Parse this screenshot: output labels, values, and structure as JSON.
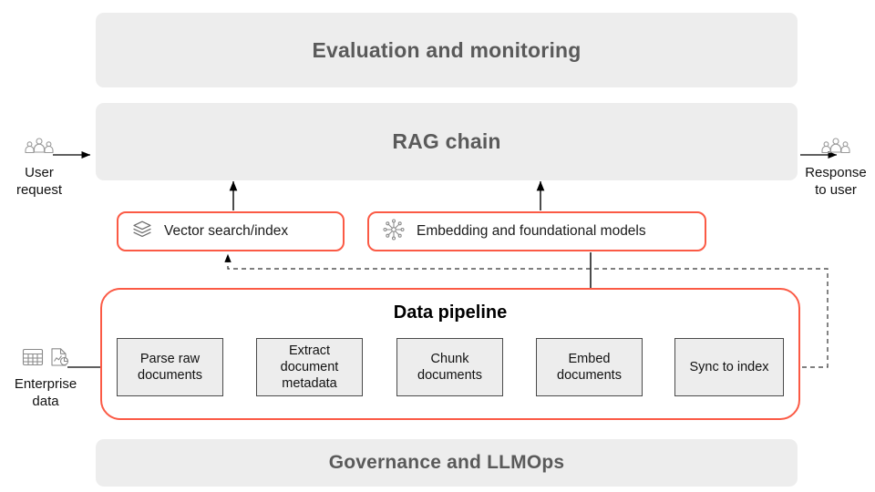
{
  "banners": {
    "evaluation": "Evaluation and monitoring",
    "rag_chain": "RAG chain",
    "governance": "Governance and LLMOps"
  },
  "components": {
    "vector": {
      "label": "Vector search/index",
      "icon": "stacked-layers-icon"
    },
    "embedding": {
      "label": "Embedding and foundational models",
      "icon": "model-snowflake-icon"
    }
  },
  "pipeline": {
    "title": "Data pipeline",
    "steps": [
      {
        "label": "Parse raw documents"
      },
      {
        "label": "Extract document metadata"
      },
      {
        "label": "Chunk documents"
      },
      {
        "label": "Embed documents"
      },
      {
        "label": "Sync to index"
      }
    ]
  },
  "endpoints": {
    "user_request": {
      "label": "User request",
      "icon": "people-group-icon"
    },
    "response_to_user": {
      "label": "Response to user",
      "icon": "people-group-icon"
    },
    "enterprise_data": {
      "label": "Enterprise data",
      "icons": [
        "table-grid-icon",
        "document-chart-icon"
      ]
    }
  },
  "colors": {
    "accent_red": "#fb5a45",
    "banner_gray": "#ededed",
    "banner_text": "#5a5a5a",
    "step_fill": "#ededed",
    "step_border": "#4a4a4a",
    "connector": "#000000"
  }
}
